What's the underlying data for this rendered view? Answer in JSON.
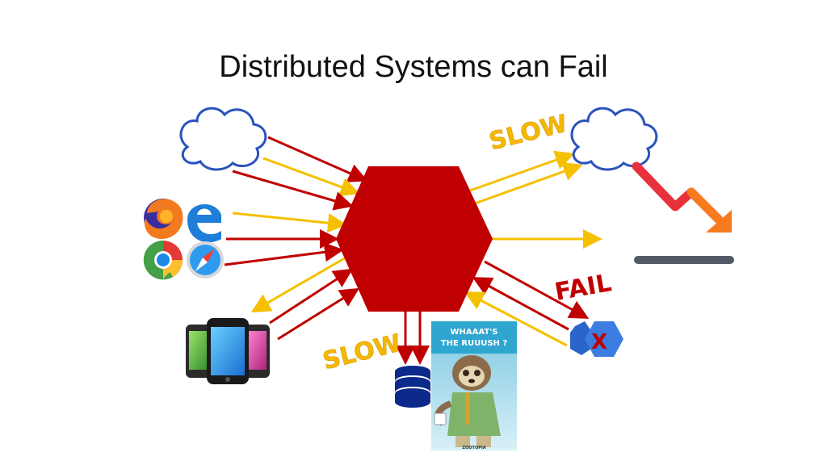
{
  "slide": {
    "title": "Distributed Systems can Fail"
  },
  "labels": {
    "slow_top": "SLOW",
    "slow_bottom": "SLOW",
    "fail": "FAIL",
    "fail_mark": "X",
    "poster_line1": "WHAAAT'S",
    "poster_line2": "THE RUUUSH ?",
    "poster_brand": "ZOOTOPIA"
  },
  "colors": {
    "request_arrow": "#c00000",
    "response_arrow": "#f5c000",
    "hexagon": "#c00000",
    "wordart": "#f5b800",
    "wordart_fail": "#c00000",
    "cloud_outline": "#2a52be",
    "database": "#0b2a8a",
    "trend_red": "#e8313a",
    "trend_orange": "#f77b1e",
    "baseline": "#555b66"
  },
  "icons": [
    "cloud-icon",
    "firefox-icon",
    "edge-icon",
    "chrome-icon",
    "safari-icon",
    "smartphones-icon",
    "database-icon",
    "sloth-poster",
    "failed-service-icon",
    "declining-chart-icon"
  ]
}
